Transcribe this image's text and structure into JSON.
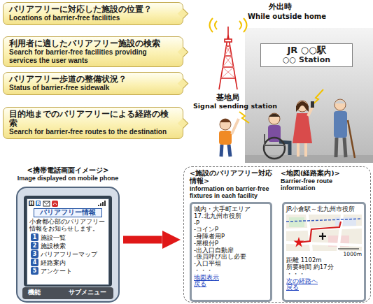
{
  "diagram": {
    "nodes": [
      {
        "text": [
          "バリアフリーに対応した施設の位置？",
          "Locations of barrier-free facilities"
        ]
      },
      {
        "text": [
          "利用者に適したバリアフリー施設の検索",
          "Search for barrier-free facilities providing services the user wants"
        ]
      },
      {
        "text": [
          "バリアフリー歩道の整備状況？",
          "Status of barrier-free sidewalk"
        ]
      },
      {
        "text": [
          "目的地までのバリアフリーによる経路の検索",
          "Search for barrier-free routes to the destination"
        ]
      },
      {
        "text": [
          "JR ○○駅",
          "○○ Station"
        ]
      },
      {
        "text": [
          "<携帯電話画面イメージ>",
          "Image displayed on mobile phone",
          "バリアフリー情報",
          "小倉都心部のバリアフリー情報をお知らせします。"
        ]
      },
      {
        "text": [
          "1",
          "施設一覧"
        ],
        "in": 5
      },
      {
        "text": [
          "2",
          "施設検索"
        ],
        "in": 5
      },
      {
        "text": [
          "3",
          "バリアフリーマップ"
        ],
        "in": 5
      },
      {
        "text": [
          "4",
          "経路案内"
        ],
        "in": 5
      },
      {
        "text": [
          "5",
          "アンケート"
        ],
        "in": 5
      },
      {
        "text": []
      },
      {
        "text": [
          "<施設のバリアフリー対応情報>",
          "Information on barrier-free fixtures in each facility",
          "城内・大手町エリア",
          "17.北九州市役所",
          "-P",
          "-コインP",
          "-身障者用P",
          "-屋根付P",
          "-出入口自動扉",
          "-係員呼び出し必要",
          "-入口平坦",
          "・・・",
          "地図表示",
          "戻る"
        ],
        "in": 11
      },
      {
        "text": [
          "<地図(経路案内)>",
          "Barrier-free route information",
          "JR小倉駅～北九州市役所",
          "1000m",
          "距離 1102m",
          "所要時間 約17分",
          "・・・",
          "次の経路へ",
          "戻る"
        ],
        "in": 11
      }
    ],
    "edges": [
      {
        "from": 5,
        "to": 11,
        "arrow": "to"
      }
    ],
    "labels": [
      "外出時",
      "While outside home",
      "基地局",
      "Signal sending station",
      "H",
      "R",
      "機能",
      "サブメニュー"
    ]
  }
}
